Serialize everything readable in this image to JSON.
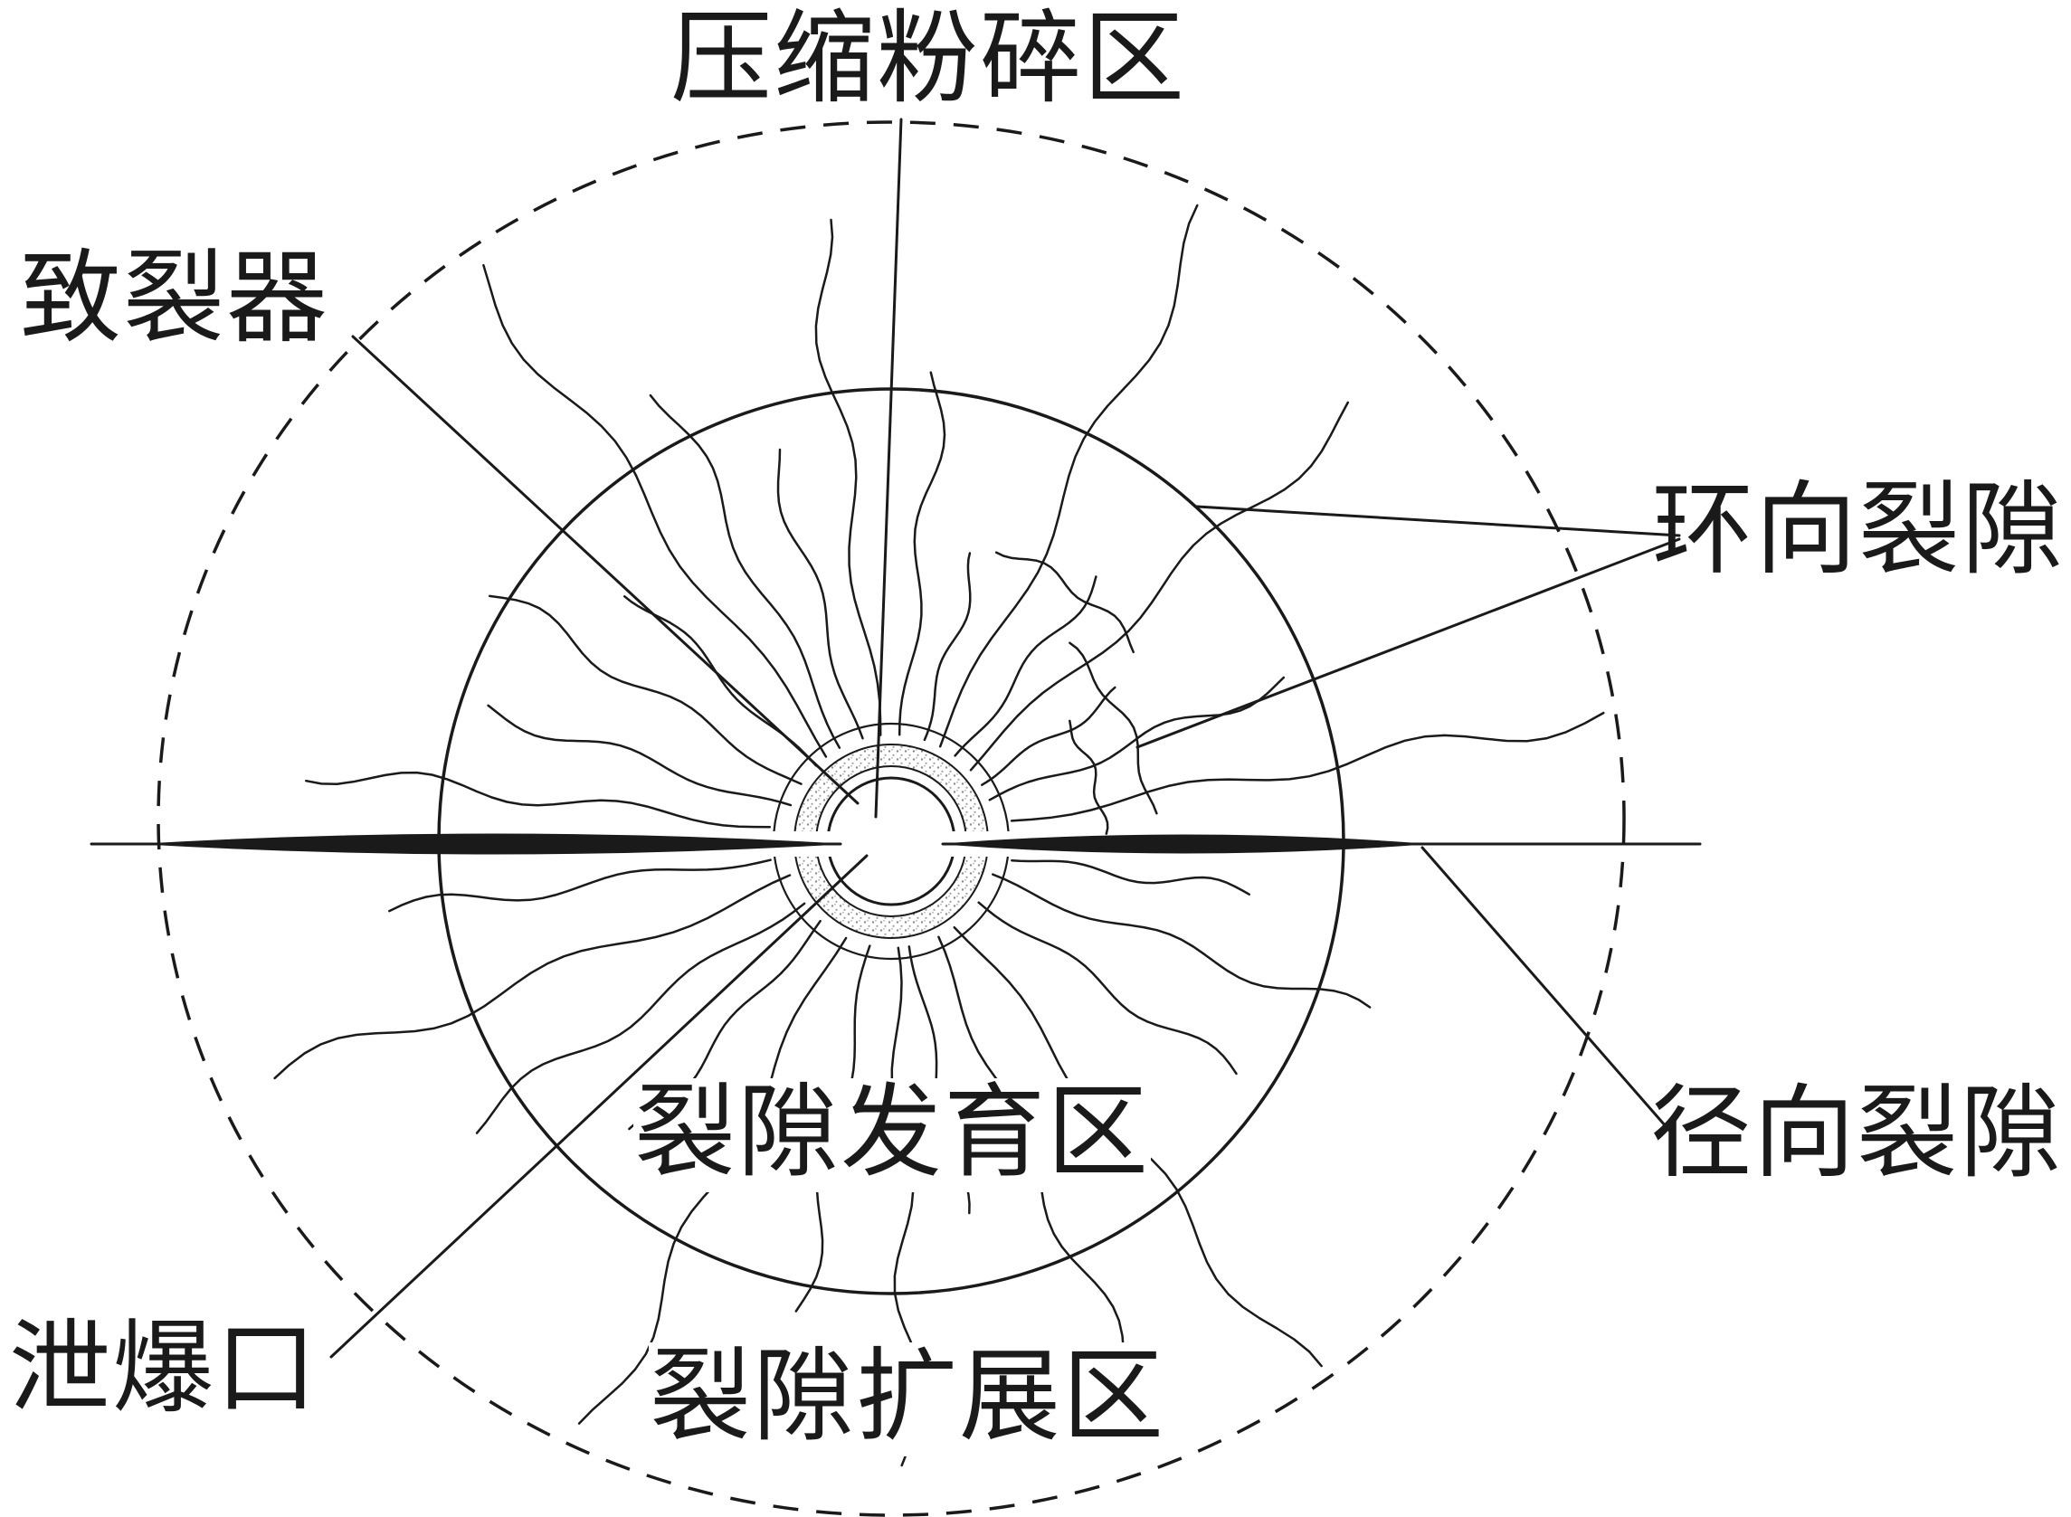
{
  "diagram": {
    "labels": {
      "compression_zone": "压缩粉碎区",
      "fracturer": "致裂器",
      "hoop_fracture": "环向裂隙",
      "radial_fracture": "径向裂隙",
      "blast_vent": "泄爆口",
      "development_zone": "裂隙发育区",
      "extension_zone": "裂隙扩展区"
    },
    "colors": {
      "line": "#1a1a1a",
      "background": "#ffffff"
    }
  }
}
